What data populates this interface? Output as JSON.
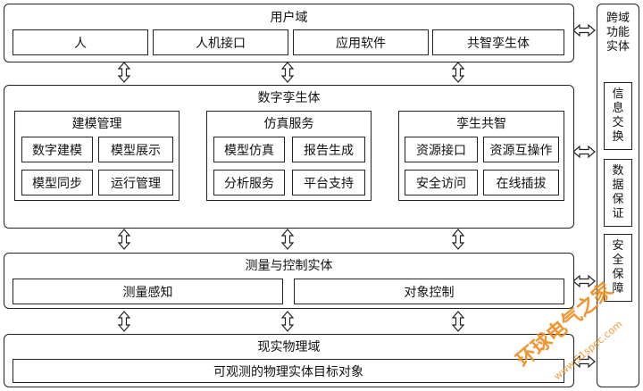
{
  "user_domain": {
    "title": "用户域",
    "items": [
      "人",
      "人机接口",
      "应用软件",
      "共智孪生体"
    ]
  },
  "digital_twin": {
    "title": "数字孪生体",
    "modeling": {
      "title": "建模管理",
      "items": [
        "数字建模",
        "模型展示",
        "模型同步",
        "运行管理"
      ]
    },
    "simulation": {
      "title": "仿真服务",
      "items": [
        "模型仿真",
        "报告生成",
        "分析服务",
        "平台支持"
      ]
    },
    "twin_share": {
      "title": "孪生共智",
      "items": [
        "资源接口",
        "资源互操作",
        "安全访问",
        "在线插拔"
      ]
    }
  },
  "measure_control": {
    "title": "测量与控制实体",
    "items": [
      "测量感知",
      "对象控制"
    ]
  },
  "physical_domain": {
    "title": "现实物理域",
    "item": "可观测的物理实体目标对象"
  },
  "cross_domain": {
    "title": "跨域\n功能\n实体",
    "items": [
      "信\n息\n交\n换",
      "数\n据\n保\n证",
      "安\n全\n保\n障"
    ]
  },
  "watermark": {
    "text": "环球电气之家",
    "url": "www.51spec.com"
  }
}
